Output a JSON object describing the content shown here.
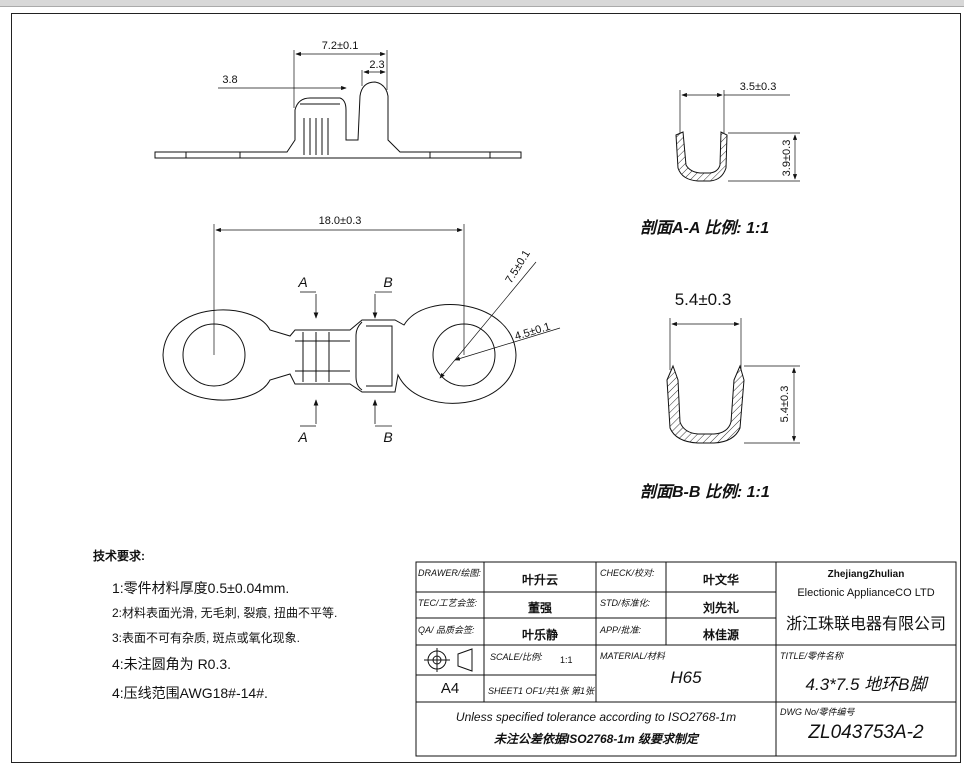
{
  "drawing": {
    "dimensions": {
      "top_width": "7.2±0.1",
      "left_offset": "3.8",
      "tab_width": "2.3",
      "overall_length": "18.0±0.3",
      "hole_od": "7.5±0.1",
      "hole_id": "4.5±0.1",
      "section_a_width": "3.5±0.3",
      "section_a_height": "3.9±0.3",
      "section_b_width": "5.4±0.3",
      "section_b_height": "5.4±0.3"
    },
    "section_markers": {
      "a": "A",
      "b": "B"
    },
    "section_a_title": "剖面A-A 比例: 1:1",
    "section_b_title": "剖面B-B 比例: 1:1"
  },
  "tech_requirements": {
    "heading": "技术要求:",
    "items": [
      "1:零件材料厚度0.5±0.04mm.",
      "2:材料表面光滑, 无毛刺, 裂痕, 扭曲不平等.",
      "3:表面不可有杂质, 斑点或氧化现象.",
      "4:未注圆角为 R0.3.",
      "4:压线范围AWG18#-14#."
    ]
  },
  "title_block": {
    "drawer_label": "DRAWER/绘图:",
    "drawer": "叶升云",
    "check_label": "CHECK/校对:",
    "check": "叶文华",
    "tec_label": "TEC/工艺会签:",
    "tec": "董强",
    "std_label": "STD/标准化:",
    "std": "刘先礼",
    "qa_label": "QA/ 品质会签:",
    "qa": "叶乐静",
    "app_label": "APP/批准:",
    "app": "林佳源",
    "scale_label": "SCALE/比例:",
    "scale": "1:1",
    "material_label": "MATERIAL/材料",
    "material": "H65",
    "paper": "A4",
    "sheet_label": "SHEET1 OF1/共1张 第1张",
    "company_pinyin": "ZhejiangZhulian",
    "company_en": "Electionic ApplianceCO LTD",
    "company_cn": "浙江珠联电器有限公司",
    "title_label": "TITLE/零件名称",
    "title": "4.3*7.5 地环B脚",
    "tolerance_en": "Unless specified tolerance according to ISO2768-1m",
    "tolerance_cn": "未注公差依据ISO2768-1m 级要求制定",
    "dwg_label": "DWG No/零件编号",
    "dwg_no": "ZL043753A-2"
  }
}
